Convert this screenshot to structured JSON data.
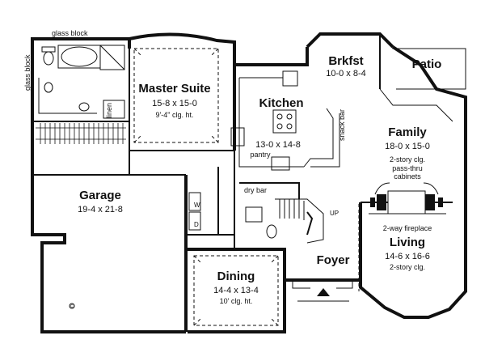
{
  "rooms": {
    "master": {
      "name": "Master Suite",
      "dim": "15-8 x 15-0",
      "note": "9'-4\" clg. ht."
    },
    "kitchen": {
      "name": "Kitchen",
      "dim": "13-0 x 14-8"
    },
    "brkfst": {
      "name": "Brkfst",
      "dim": "10-0 x 8-4"
    },
    "patio": {
      "name": "Patio"
    },
    "family": {
      "name": "Family",
      "dim": "18-0 x 15-0",
      "note": "2-story clg."
    },
    "garage": {
      "name": "Garage",
      "dim": "19-4 x 21-8"
    },
    "dining": {
      "name": "Dining",
      "dim": "14-4 x 13-4",
      "note": "10' clg. ht."
    },
    "foyer": {
      "name": "Foyer"
    },
    "living": {
      "name": "Living",
      "dim": "14-6 x 16-6",
      "note": "2-story clg."
    }
  },
  "labels": {
    "glass_block_top": "glass block",
    "glass_block_side": "glass block",
    "linen": "linen",
    "pantry": "pantry",
    "snack_bar": "snack bar",
    "dry_bar": "dry bar",
    "pass_thru_1": "pass-thru",
    "pass_thru_2": "cabinets",
    "fireplace": "2-way fireplace",
    "up": "UP",
    "washer": "W",
    "dryer": "D",
    "copyright": "©"
  }
}
